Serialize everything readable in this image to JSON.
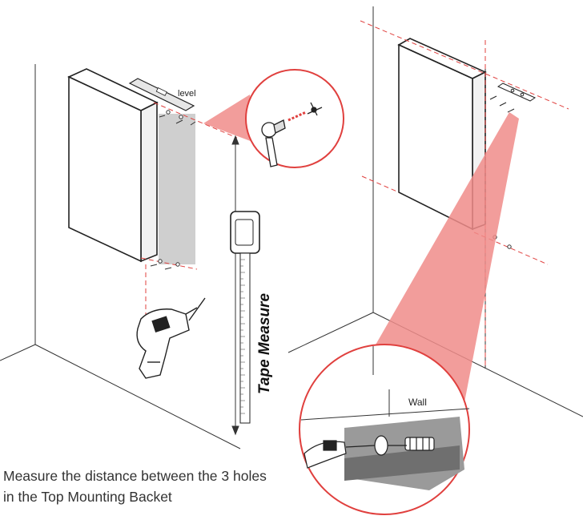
{
  "labels": {
    "level": "level",
    "tape_measure": "Tape Measure",
    "wall": "Wall"
  },
  "caption": {
    "line1": "Measure the distance between the 3 holes",
    "line2": "in the Top Mounting Backet"
  },
  "colors": {
    "accent_red": "#e0403e",
    "highlight_fill": "#f08c8a",
    "outline": "#222222",
    "shadow_grey": "#c9c9c9"
  },
  "icons": [
    "level-icon",
    "drill-icon",
    "screw-icon",
    "wall-anchor-icon",
    "tape-measure-icon"
  ]
}
